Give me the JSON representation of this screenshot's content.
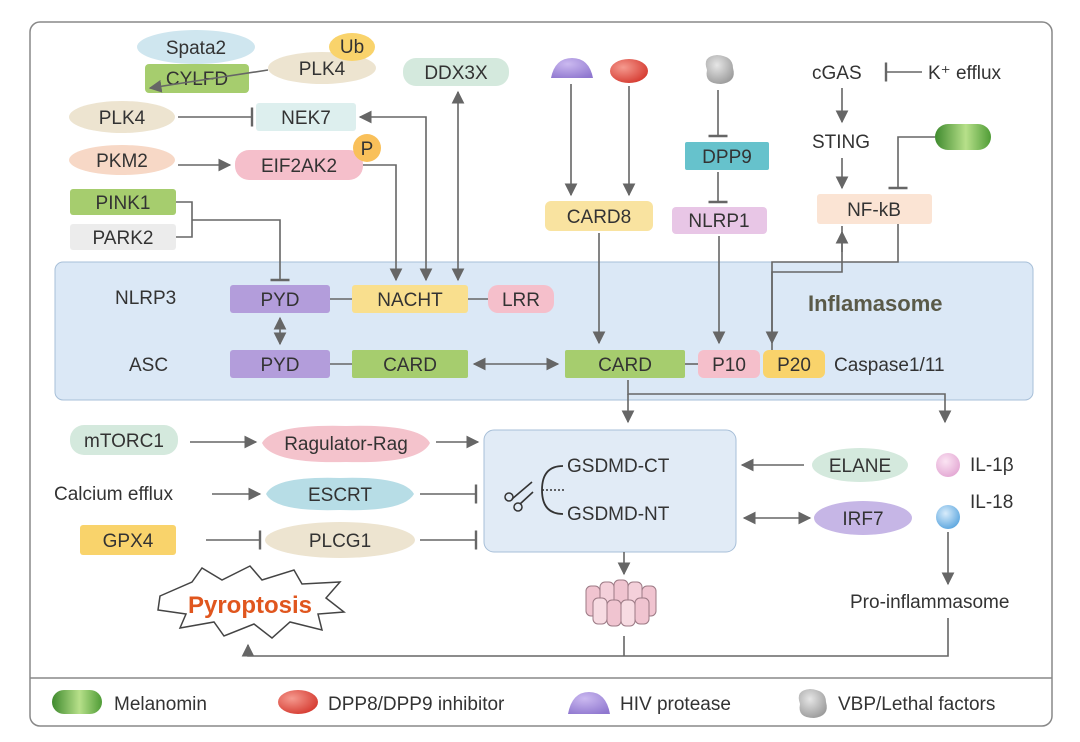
{
  "nodes": {
    "spata2": "Spata2",
    "ub": "Ub",
    "cylfd": "CYLFD",
    "plk4_top": "PLK4",
    "ddx3x": "DDX3X",
    "plk4": "PLK4",
    "nek7": "NEK7",
    "pkm2": "PKM2",
    "eif2ak2": "EIF2AK2",
    "p": "P",
    "pink1": "PINK1",
    "park2": "PARK2",
    "dpp9": "DPP9",
    "card8": "CARD8",
    "nlrp1": "NLRP1",
    "cgas": "cGAS",
    "k_efflux": "K⁺ efflux",
    "sting": "STING",
    "nfkb": "NF-kB",
    "nlrp3": "NLRP3",
    "pyd1": "PYD",
    "nacht": "NACHT",
    "lrr": "LRR",
    "inflamasome": "Inflamasome",
    "asc": "ASC",
    "pyd2": "PYD",
    "card_asc": "CARD",
    "card_casp": "CARD",
    "p10": "P10",
    "p20": "P20",
    "caspase": "Caspase1/11",
    "mtorc1": "mTORC1",
    "ragulator": "Ragulator-Rag",
    "calcium": "Calcium efflux",
    "escrt": "ESCRT",
    "gpx4": "GPX4",
    "plcg1": "PLCG1",
    "gsdmd_ct": "GSDMD-CT",
    "gsdmd_nt": "GSDMD-NT",
    "elane": "ELANE",
    "irf7": "IRF7",
    "il1b": "IL-1β",
    "il18": "IL-18",
    "pro_inflam": "Pro-inflammasome",
    "pyroptosis": "Pyroptosis"
  },
  "legend": {
    "melanomin": "Melanomin",
    "dpp_inhibitor": "DPP8/DPP9 inhibitor",
    "hiv": "HIV protease",
    "vbp": "VBP/Lethal factors"
  },
  "colors": {
    "green": "#a6cd6e",
    "violet": "#b39ddb",
    "yellow": "#f9df8e",
    "pink": "#f5bfcb",
    "teal": "#66c2cc",
    "blueGray": "#d6eaf5",
    "mint": "#d4e9dd",
    "beige": "#ede4d0",
    "grayPill": "#ececec",
    "peach": "#f7d8c6",
    "red": "#e8524a",
    "purple": "#9d86d6",
    "inflamasome_bg": "#dbe8f6",
    "gsdmd_bg": "#dfe9f5"
  }
}
